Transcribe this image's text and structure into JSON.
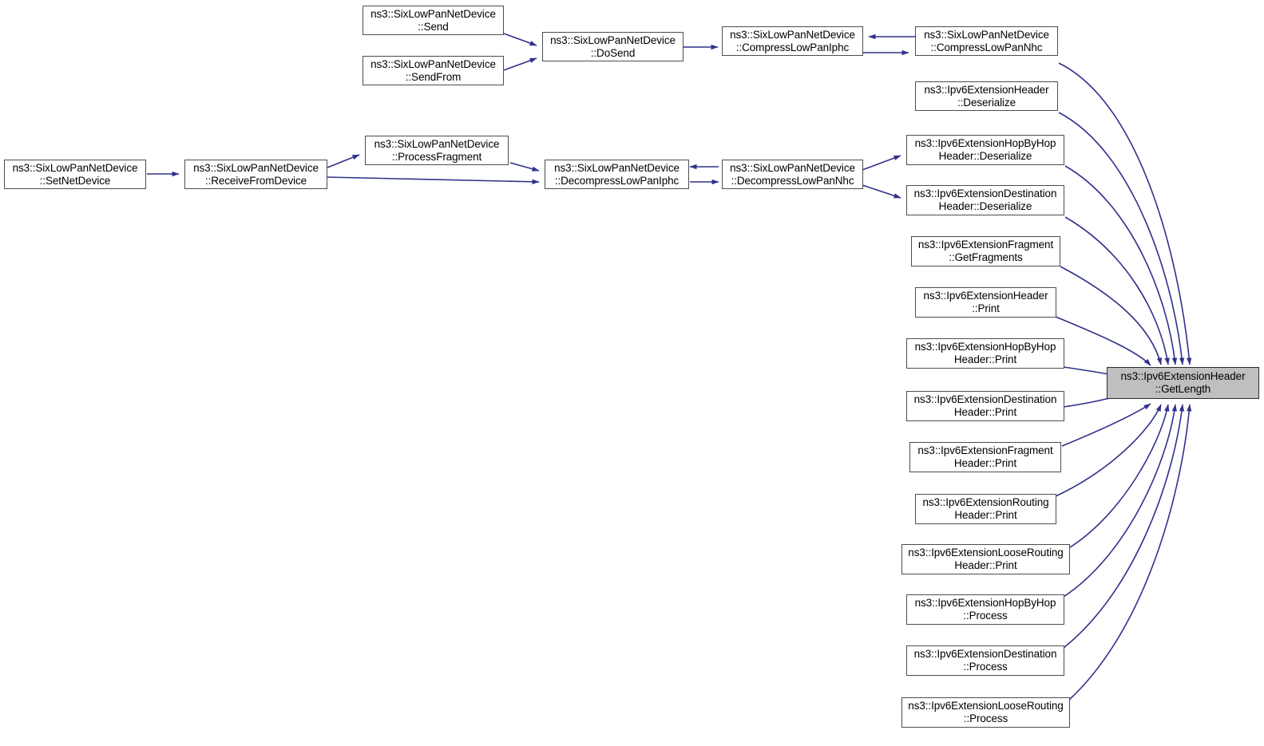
{
  "diagram": {
    "kind": "call-graph",
    "title": "ns3::Ipv6ExtensionHeader::GetLength caller graph",
    "edge_color": "#30308c",
    "node_border_color": "#4d4d4d",
    "node_fill_color": "#ffffff",
    "highlight_fill_color": "#bfbfbf",
    "background_color": "#ffffff"
  },
  "nodes": {
    "send": "ns3::SixLowPanNetDevice\n::Send",
    "send_from": "ns3::SixLowPanNetDevice\n::SendFrom",
    "do_send": "ns3::SixLowPanNetDevice\n::DoSend",
    "compress_iphc": "ns3::SixLowPanNetDevice\n::CompressLowPanIphc",
    "compress_nhc": "ns3::SixLowPanNetDevice\n::CompressLowPanNhc",
    "set_net_device": "ns3::SixLowPanNetDevice\n::SetNetDevice",
    "receive_from_device": "ns3::SixLowPanNetDevice\n::ReceiveFromDevice",
    "process_fragment": "ns3::SixLowPanNetDevice\n::ProcessFragment",
    "decompress_iphc": "ns3::SixLowPanNetDevice\n::DecompressLowPanIphc",
    "decompress_nhc": "ns3::SixLowPanNetDevice\n::DecompressLowPanNhc",
    "ext_header_deserialize": "ns3::Ipv6ExtensionHeader\n::Deserialize",
    "hopbyhop_deserialize": "ns3::Ipv6ExtensionHopByHop\nHeader::Deserialize",
    "destination_deserialize": "ns3::Ipv6ExtensionDestination\nHeader::Deserialize",
    "fragment_getfragments": "ns3::Ipv6ExtensionFragment\n::GetFragments",
    "ext_header_print": "ns3::Ipv6ExtensionHeader\n::Print",
    "hopbyhop_print": "ns3::Ipv6ExtensionHopByHop\nHeader::Print",
    "destination_print": "ns3::Ipv6ExtensionDestination\nHeader::Print",
    "fragment_print": "ns3::Ipv6ExtensionFragment\nHeader::Print",
    "routing_print": "ns3::Ipv6ExtensionRouting\nHeader::Print",
    "looserouting_print": "ns3::Ipv6ExtensionLooseRouting\nHeader::Print",
    "hopbyhop_process": "ns3::Ipv6ExtensionHopByHop\n::Process",
    "destination_process": "ns3::Ipv6ExtensionDestination\n::Process",
    "looserouting_process": "ns3::Ipv6ExtensionLooseRouting\n::Process",
    "target": "ns3::Ipv6ExtensionHeader\n::GetLength"
  }
}
